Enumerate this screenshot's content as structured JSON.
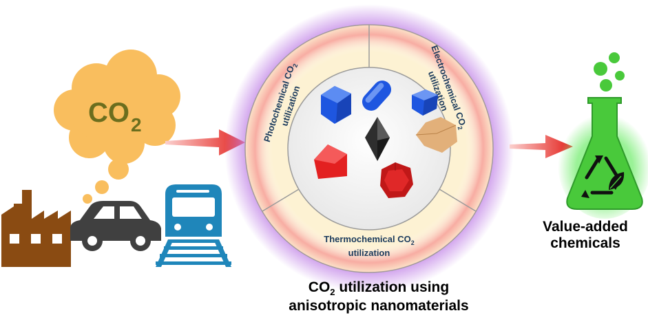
{
  "cloud": {
    "co2_main": "CO",
    "co2_sub": "2"
  },
  "ring": {
    "photo_line1": "Photochemical CO",
    "photo_sub": "2",
    "photo_line2": "utilization",
    "electro_line1": "Electrochemical CO",
    "electro_sub": "2",
    "electro_line2": "utilization",
    "thermo_line1": "Thermochemical CO",
    "thermo_sub": "2",
    "thermo_line2": "utilization"
  },
  "output": {
    "line1": "Value-added",
    "line2": "chemicals"
  },
  "caption": {
    "co": "CO",
    "sub": "2",
    "rest1": " utilization using",
    "line2": "anisotropic nanomaterials"
  },
  "icons": [
    "factory-icon",
    "car-icon",
    "train-icon",
    "flask-icon",
    "recycle-icon",
    "leaf-icon"
  ],
  "colors": {
    "cloud": "#F9BE5E",
    "co2_text": "#6B6E1E",
    "factory": "#8A4B12",
    "car": "#404040",
    "train": "#1F86BA",
    "arrow": "#E3201B",
    "ring_fill": "#FDF2D3",
    "glow": "#C58BE8",
    "flask": "#49C93B",
    "shape_blue": "#1E56E0",
    "shape_red": "#E32020",
    "shape_dark": "#333333",
    "shape_tan": "#E2B07A"
  }
}
